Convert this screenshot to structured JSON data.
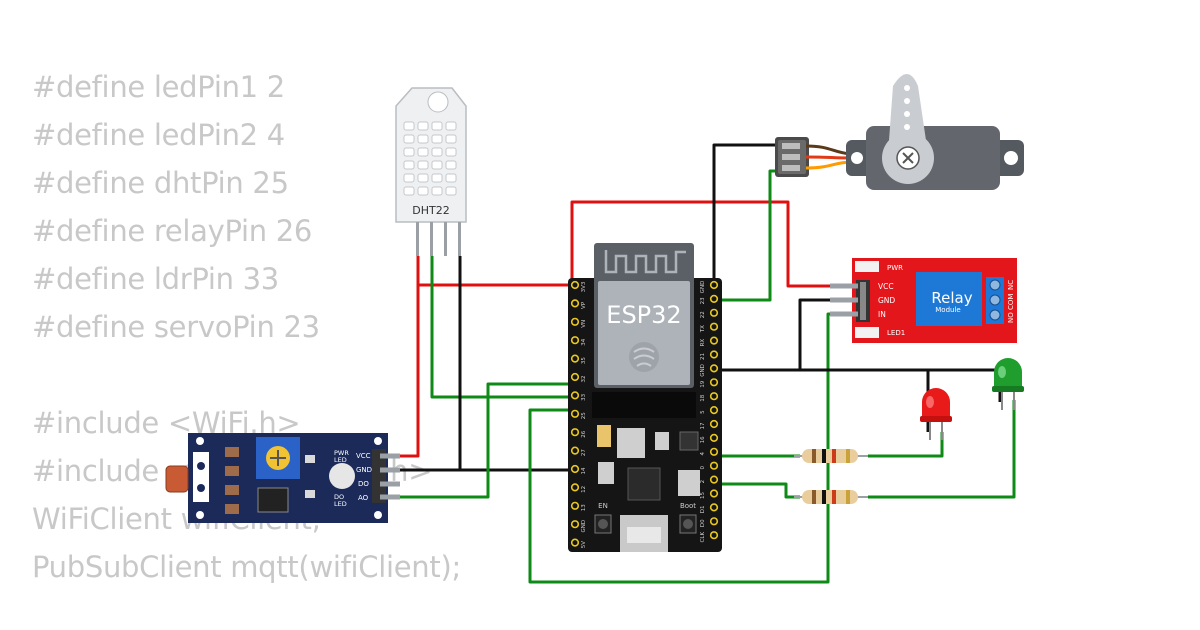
{
  "code_lines": [
    "#define ledPin1 2",
    "#define ledPin2 4",
    "#define dhtPin 25",
    "#define relayPin 26",
    "#define ldrPin 33",
    "#define servoPin 23",
    "",
    "#include <WiFi.h>",
    "#include <PubSubClient.h>",
    "WiFiClient wifiClient;",
    "PubSubClient mqtt(wifiClient);"
  ],
  "dht": {
    "label": "DHT22"
  },
  "esp32": {
    "label": "ESP32",
    "left_pins": [
      "3V3",
      "VP",
      "VN",
      "34",
      "35",
      "32",
      "33",
      "25",
      "26",
      "27",
      "14",
      "12",
      "13",
      "GND",
      "5V"
    ],
    "right_pins": [
      "GND",
      "23",
      "22",
      "TX",
      "RX",
      "21",
      "GND",
      "19",
      "18",
      "5",
      "17",
      "16",
      "4",
      "0",
      "2",
      "15",
      "D1",
      "D0",
      "CLK"
    ],
    "en_label": "EN",
    "boot_label": "Boot"
  },
  "relay": {
    "title": "Relay",
    "subtitle": "Module",
    "pins": [
      "VCC",
      "GND",
      "IN"
    ],
    "pwr_label": "PWR",
    "led_label": "LED1",
    "terminals": [
      "NO",
      "COM",
      "NC"
    ]
  },
  "ldr": {
    "pins": [
      "VCC",
      "GND",
      "DO",
      "AO"
    ],
    "pwr_led": [
      "PWR",
      "LED"
    ],
    "do_led": [
      "DO",
      "LED"
    ],
    "plus": "+",
    "minus": "−"
  },
  "colors": {
    "wire_red": "#e01010",
    "wire_black": "#111111",
    "wire_green": "#0e8a16",
    "relay_board": "#e3161b",
    "relay_block": "#1e78d6",
    "ldr_board": "#1c2a5a",
    "esp_board": "#151515",
    "led_red": "#e81a1a",
    "led_green": "#1f9e2e"
  }
}
